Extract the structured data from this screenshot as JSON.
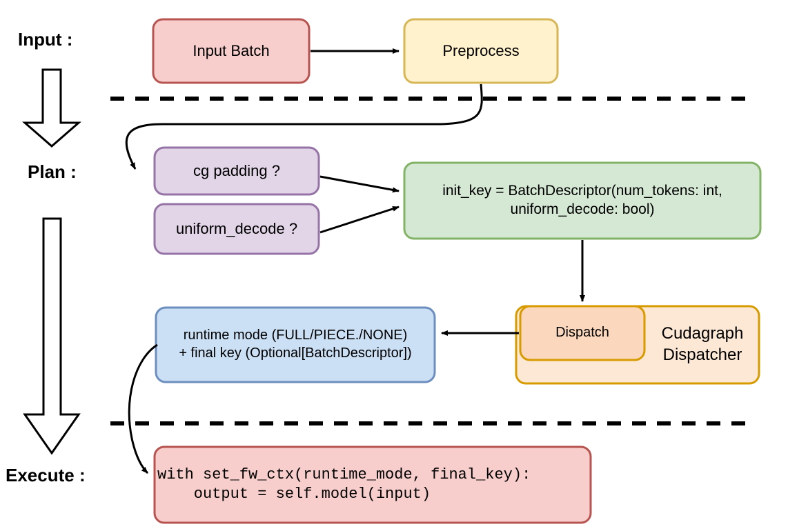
{
  "diagram": {
    "title_stages": [
      {
        "id": "input",
        "label": "Input :"
      },
      {
        "id": "plan",
        "label": "Plan :"
      },
      {
        "id": "execute",
        "label": "Execute :"
      }
    ],
    "nodes": {
      "input_batch": {
        "label": "Input Batch",
        "fill": "#f8cecc",
        "stroke": "#b85450"
      },
      "preprocess": {
        "label": "Preprocess",
        "fill": "#ffe6cc_yellow",
        "fill_hex": "#fff2cc",
        "stroke": "#d6b656"
      },
      "cg_padding": {
        "label": "cg padding ?",
        "fill": "#e1d5e7",
        "stroke": "#9673a6"
      },
      "uniform_decode": {
        "label": "uniform_decode ?",
        "fill": "#e1d5e7",
        "stroke": "#9673a6"
      },
      "init_key": {
        "line1": "init_key = BatchDescriptor(num_tokens: int,",
        "line2": "uniform_decode: bool)",
        "fill": "#d5e8d4",
        "stroke": "#82b366"
      },
      "cudagraph_dispatcher": {
        "line1": "Cudagraph",
        "line2": "Dispatcher",
        "fill": "#fce8d5",
        "stroke": "#d79b00"
      },
      "dispatch": {
        "label": "Dispatch",
        "fill": "#fad7bd",
        "stroke": "#d79b00"
      },
      "runtime_mode": {
        "line1": "runtime mode (FULL/PIECE./NONE)",
        "line2": "+ final key (Optional[BatchDescriptor])",
        "fill": "#cce0f5",
        "stroke": "#6c8ebf"
      },
      "execute_code": {
        "line1": "with set_fw_ctx(runtime_mode, final_key):",
        "line2": "    output = self.model(input)",
        "fill": "#f8cecc",
        "stroke": "#b85450"
      }
    },
    "separators": [
      {
        "id": "input-plan-divider",
        "style": "dashed"
      },
      {
        "id": "plan-execute-divider",
        "style": "dashed"
      }
    ],
    "stage_arrows": [
      {
        "id": "input-to-plan-arrow",
        "style": "hollow-block-arrow"
      },
      {
        "id": "plan-to-execute-arrow",
        "style": "hollow-block-arrow"
      }
    ],
    "connectors": [
      {
        "id": "input-batch-to-preprocess",
        "from": "input_batch",
        "to": "preprocess"
      },
      {
        "id": "preprocess-to-cg-padding",
        "from": "preprocess",
        "to": "cg_padding"
      },
      {
        "id": "cg-padding-to-init-key",
        "from": "cg_padding",
        "to": "init_key"
      },
      {
        "id": "uniform-decode-to-init-key",
        "from": "uniform_decode",
        "to": "init_key"
      },
      {
        "id": "init-key-to-dispatch",
        "from": "init_key",
        "to": "dispatch"
      },
      {
        "id": "dispatch-to-runtime-mode",
        "from": "dispatch",
        "to": "runtime_mode"
      },
      {
        "id": "runtime-mode-to-execute-code",
        "from": "runtime_mode",
        "to": "execute_code"
      }
    ],
    "colors": {
      "line": "#000000",
      "background": "#ffffff"
    }
  }
}
